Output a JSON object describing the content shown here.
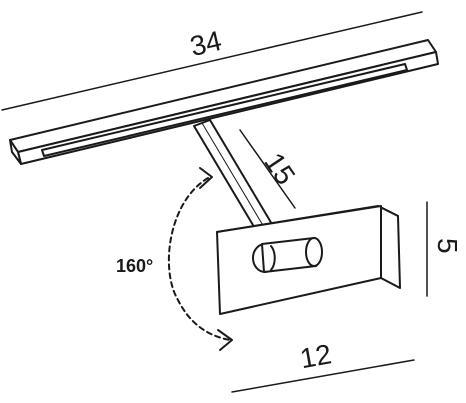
{
  "dimensions": {
    "length": "34",
    "arm": "15",
    "height": "5",
    "base": "12"
  },
  "rotation": {
    "angle": "160°"
  },
  "colors": {
    "line": "#1a1a1a",
    "fill": "#ffffff"
  }
}
